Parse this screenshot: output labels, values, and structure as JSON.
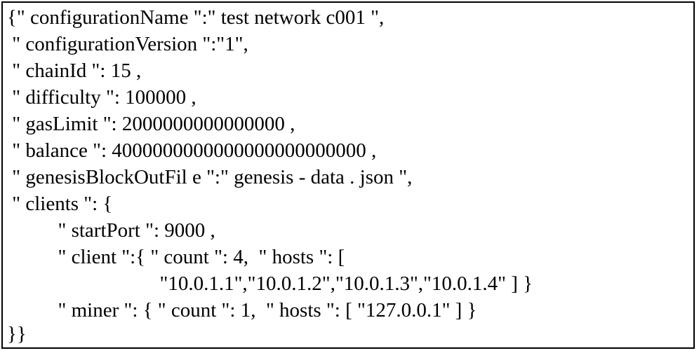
{
  "document": {
    "lines": [
      "{\" configurationName \":\" test network c001 \",",
      " \" configurationVersion \":\"1\",",
      " \" chainId \": 15 ,",
      " \" difficulty \": 100000 ,",
      " \" gasLimit \": 2000000000000000 ,",
      " \" balance \": 4000000000000000000000000 ,",
      " \" genesisBlockOutFil e \":\" genesis - data . json \",",
      " \" clients \": {",
      "          \" startPort \": 9000 ,",
      "          \" client \":{ \" count \": 4,  \" hosts \": [",
      "                              \"10.0.1.1\",\"10.0.1.2\",\"10.0.1.3\",\"10.0.1.4\" ] }",
      "          \" miner \": { \" count \": 1,  \" hosts \": [ \"127.0.0.1\" ] }",
      "}}"
    ]
  }
}
